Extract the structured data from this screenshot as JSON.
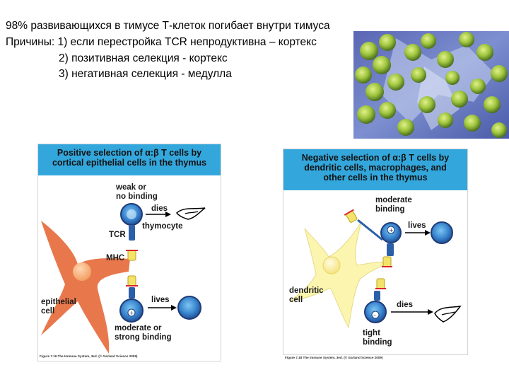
{
  "text": {
    "line1": "98% развивающихся в тимусе Т-клеток погибает внутри тимуса",
    "line2": "Причины: 1) если перестройка TCR непродуктивна – кортекс",
    "line3": "2) позитивная селекция  - кортекс",
    "line4": "3) негативная селекция - медулла"
  },
  "positive_panel": {
    "title_line1": "Positive selection of α:β T cells by",
    "title_line2": "cortical epithelial cells in the thymus",
    "weak_line1": "weak or",
    "weak_line2": "no binding",
    "dies": "dies",
    "thymocyte": "thymocyte",
    "tcr": "TCR",
    "mhc": "MHC",
    "lives": "lives",
    "epithelial_line1": "epithelial",
    "epithelial_line2": "cell",
    "strong_line1": "moderate or",
    "strong_line2": "strong binding",
    "figure_caption": "Figure 7.16 The Immune System, 3ed. (© Garland Science 2009)"
  },
  "negative_panel": {
    "title_line1": "Negative selection of α:β T cells by",
    "title_line2": "dendritic cells, macrophages, and",
    "title_line3": "other cells in the thymus",
    "moderate_line1": "moderate",
    "moderate_line2": "binding",
    "lives": "lives",
    "dendritic_line1": "dendritic",
    "dendritic_line2": "cell",
    "dies": "dies",
    "tight_line1": "tight",
    "tight_line2": "binding",
    "figure_caption": "Figure 7.18 The Immune System, 3ed. (© Garland Science 2009)"
  },
  "colors": {
    "header_blue": "#33a7dc",
    "epithelial_cell": "#e8784c",
    "dendritic_cell": "#fbf5b0",
    "thymocyte_dark": "#1f4e96",
    "thymocyte_light": "#3fa3e0",
    "mhc_yellow": "#f3e36a",
    "peptide_red": "#d9262d"
  }
}
